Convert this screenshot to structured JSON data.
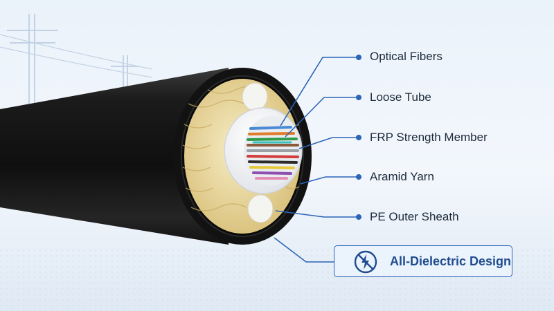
{
  "labels": {
    "optical_fibers": "Optical Fibers",
    "loose_tube": "Loose Tube",
    "frp_strength_member": "FRP Strength Member",
    "aramid_yarn": "Aramid Yarn",
    "pe_outer_sheath": "PE Outer Sheath"
  },
  "badge": {
    "text": "All-Dielectric Design",
    "icon": "no-conduct-icon"
  },
  "colors": {
    "accent": "#2b64b8",
    "sheath": "#1a1a1a",
    "aramid": "#e9d9a4",
    "text": "#1d2a3a"
  }
}
